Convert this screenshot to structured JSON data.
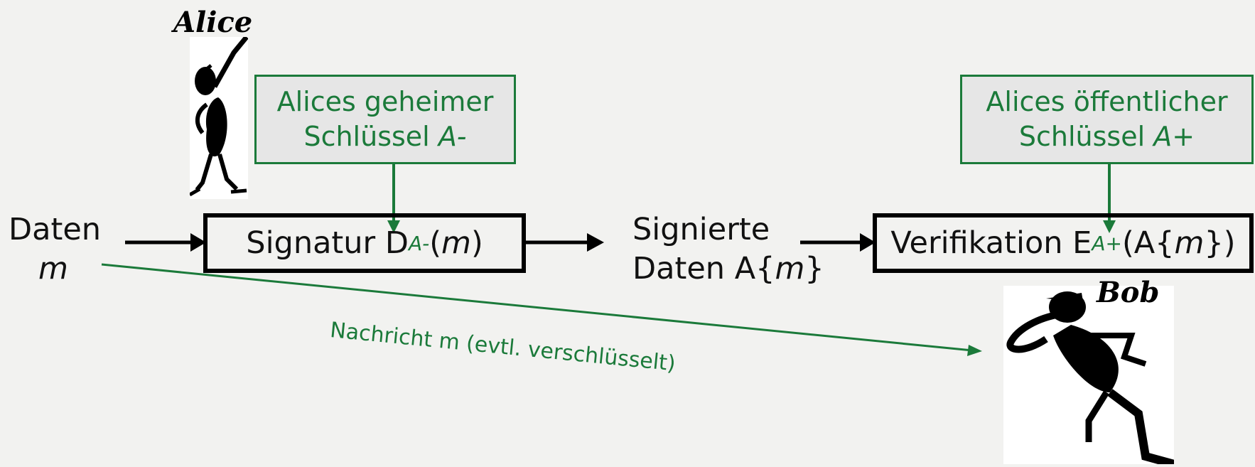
{
  "alice": {
    "name": "Alice"
  },
  "bob": {
    "name": "Bob"
  },
  "input": {
    "line1": "Daten",
    "line2": "m"
  },
  "secret_key": {
    "line1": "Alices geheimer",
    "line2_text": "Schlüssel ",
    "line2_symbol": "A-"
  },
  "public_key": {
    "line1": "Alices öffentlicher",
    "line2_text": "Schlüssel ",
    "line2_symbol": "A+"
  },
  "signature": {
    "prefix": "Signatur D",
    "sub": "A-",
    "open": "(",
    "var": "m",
    "close": ")"
  },
  "signed": {
    "line1": "Signierte",
    "line2_text": "Daten A{",
    "line2_var": "m",
    "line2_close": "}"
  },
  "verification": {
    "prefix": "Verifikation E",
    "sub": "A+",
    "open": "(A{",
    "var": "m",
    "close": "})"
  },
  "message_label": "Nachricht m (evtl. verschlüsselt)",
  "colors": {
    "accent": "#1b7a3a",
    "box_border": "#000000",
    "key_fill": "#e6e6e6",
    "background": "#f2f2f0"
  }
}
